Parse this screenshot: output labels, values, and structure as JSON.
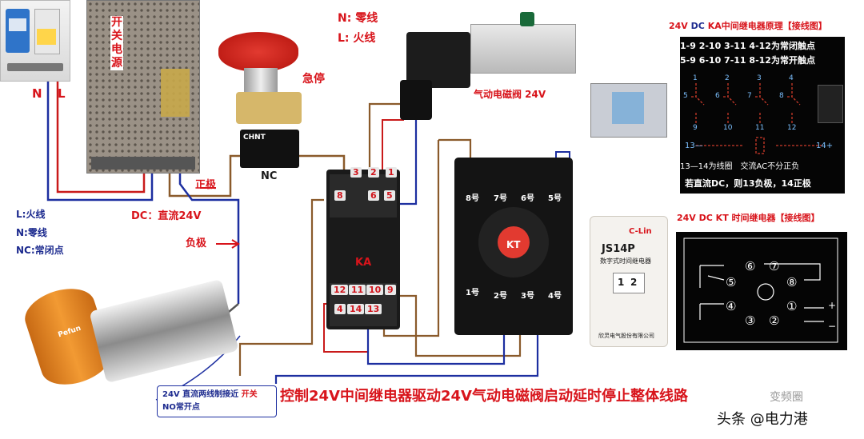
{
  "labels": {
    "breaker_n": "N",
    "breaker_l": "L",
    "psu_switch": "开关电源",
    "legend_n_top": "N: 零线",
    "legend_l_top": "L: 火线",
    "estop": "急停",
    "nc_contact": "NC",
    "solenoid": "气动电磁阀 24V",
    "positive": "正极",
    "negative": "负极",
    "dc_supply": "DC：直流24V",
    "legend_l_left": "L:火线",
    "legend_n_left": "N:零线",
    "legend_nc_left": "NC:常闭点",
    "ka_label": "KA",
    "kt_label": "KT",
    "sensor_note_1a": "24V 直流两线制接近",
    "sensor_note_1b": "开关",
    "sensor_note_2": "NO常开点",
    "main_title": "控制24V中间继电器驱动24V气动电磁阀启动延时停止整体线路",
    "watermark_1": "变频圈",
    "watermark_2": "头条 @电力港",
    "chnt": "CHNT",
    "sensor_brand": "Pefun"
  },
  "ka_terminals": {
    "top": [
      "3",
      "2",
      "1"
    ],
    "mid": [
      "8",
      "6",
      "5"
    ],
    "bottom_row1": [
      "12",
      "11",
      "10",
      "9"
    ],
    "bottom_row2": [
      "4",
      "14",
      "13"
    ]
  },
  "kt_terminals": {
    "top": [
      "8号",
      "7号",
      "6号",
      "5号"
    ],
    "bottom": [
      "1号",
      "2号",
      "3号",
      "4号"
    ]
  },
  "ka_diagram": {
    "title_a": "24V",
    "title_b": "DC",
    "title_c": "KA中间继电器原理【接线图】",
    "line1": "1-9 2-10 3-11 4-12为常闭触点",
    "line2": "5-9 6-10 7-11 8-12为常开触点",
    "top_nums": [
      "1",
      "2",
      "3",
      "4"
    ],
    "mid_nums": [
      "5",
      "6",
      "7",
      "8"
    ],
    "bottom_nums": [
      "9",
      "10",
      "11",
      "12"
    ],
    "coil_left": "13—",
    "coil_right": "14+",
    "note1": "13—14为线圈　交流AC不分正负",
    "note2": "若直流DC，则13负极，14正极"
  },
  "kt_diagram": {
    "title": "24V DC KT 时间继电器【接线图】",
    "nums": [
      "⑥",
      "⑦",
      "⑤",
      "⑧",
      "④",
      "①",
      "③",
      "②"
    ],
    "plus": "+",
    "minus": "−"
  },
  "js14p": {
    "brand": "C-Lin",
    "model": "JS14P",
    "subtitle": "数字式时间继电器",
    "digits": [
      "1",
      "2"
    ],
    "footer": "欣灵电气股份有限公司"
  },
  "colors": {
    "wire_red": "#c91a1a",
    "wire_blue": "#1d2fa0",
    "wire_brown": "#8a5a2b",
    "wire_green": "#2a8a3a",
    "accent_red": "#d8141b",
    "navy": "#1d2b8f"
  }
}
